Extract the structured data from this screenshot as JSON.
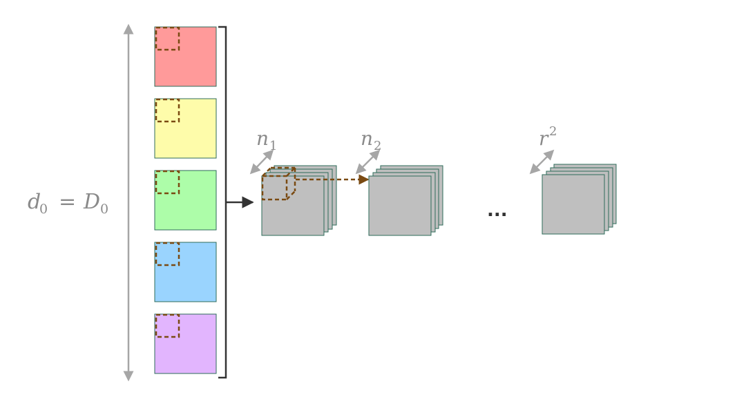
{
  "labels": {
    "depth_var": "d",
    "depth_sub": "0",
    "equals": "=",
    "depth_const": "D",
    "depth_const_sub": "0",
    "layer1_var": "n",
    "layer1_sub": "1",
    "layer2_var": "n",
    "layer2_sub": "2",
    "layer_last_var": "r",
    "layer_last_sup": "2",
    "ellipsis": "..."
  },
  "colors": {
    "channel_red": "#ff9a9a",
    "channel_yellow": "#fefcaa",
    "channel_green": "#adfda9",
    "channel_blue": "#9ad4fe",
    "channel_purple": "#e2b5fe",
    "feature_map": "#bfbfbf",
    "feature_map_border": "#2e6b5a",
    "patch": "#7a4a12",
    "arrow_gray": "#a6a6a6",
    "bracket": "#333333"
  },
  "channels": [
    {
      "name": "channel-red",
      "color_key": "channel_red"
    },
    {
      "name": "channel-yellow",
      "color_key": "channel_yellow"
    },
    {
      "name": "channel-green",
      "color_key": "channel_green"
    },
    {
      "name": "channel-blue",
      "color_key": "channel_blue"
    },
    {
      "name": "channel-purple",
      "color_key": "channel_purple"
    }
  ]
}
